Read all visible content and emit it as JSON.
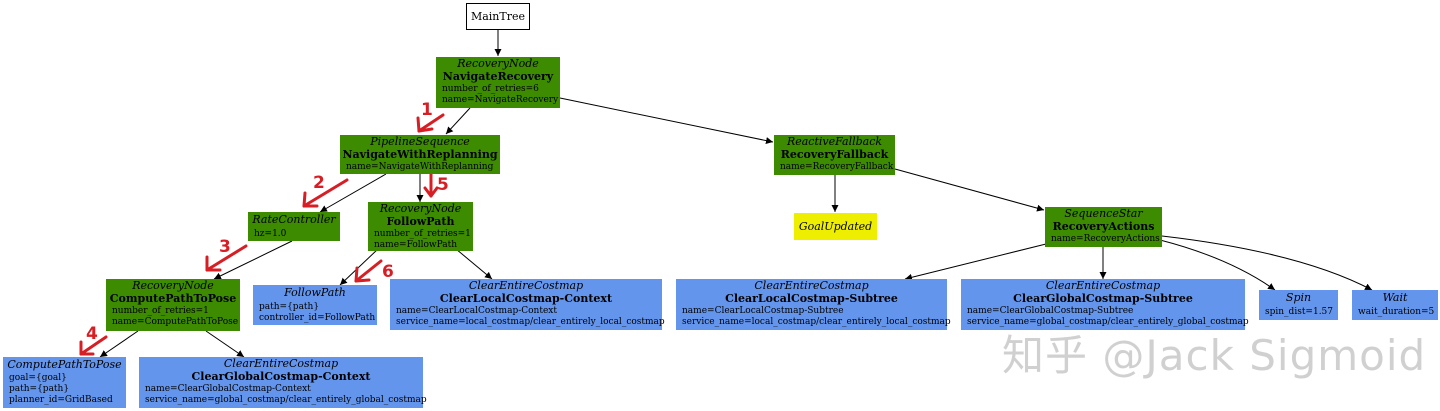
{
  "nodes": {
    "maintree": {
      "title": "MainTree"
    },
    "navigate_recovery": {
      "kind": "RecoveryNode",
      "title": "NavigateRecovery",
      "params": "number_of_retries=6\nname=NavigateRecovery"
    },
    "pipeline": {
      "kind": "PipelineSequence",
      "title": "NavigateWithReplanning",
      "params": "name=NavigateWithReplanning"
    },
    "reactive_fallback": {
      "kind": "ReactiveFallback",
      "title": "RecoveryFallback",
      "params": "name=RecoveryFallback"
    },
    "rate_controller": {
      "kind": "RateController",
      "params": "hz=1.0"
    },
    "recovery_followpath": {
      "kind": "RecoveryNode",
      "title": "FollowPath",
      "params": "number_of_retries=1\nname=FollowPath"
    },
    "goal_updated": {
      "kind": "GoalUpdated"
    },
    "sequence_star": {
      "kind": "SequenceStar",
      "title": "RecoveryActions",
      "params": "name=RecoveryActions"
    },
    "recovery_compute": {
      "kind": "RecoveryNode",
      "title": "ComputePathToPose",
      "params": "number_of_retries=1\nname=ComputePathToPose"
    },
    "followpath_action": {
      "kind": "FollowPath",
      "params": "path={path}\ncontroller_id=FollowPath"
    },
    "clear_local_context": {
      "kind": "ClearEntireCostmap",
      "title": "ClearLocalCostmap-Context",
      "params": "name=ClearLocalCostmap-Context\nservice_name=local_costmap/clear_entirely_local_costmap"
    },
    "clear_local_subtree": {
      "kind": "ClearEntireCostmap",
      "title": "ClearLocalCostmap-Subtree",
      "params": "name=ClearLocalCostmap-Subtree\nservice_name=local_costmap/clear_entirely_local_costmap"
    },
    "clear_global_subtree": {
      "kind": "ClearEntireCostmap",
      "title": "ClearGlobalCostmap-Subtree",
      "params": "name=ClearGlobalCostmap-Subtree\nservice_name=global_costmap/clear_entirely_global_costmap"
    },
    "spin": {
      "kind": "Spin",
      "params": "spin_dist=1.57"
    },
    "wait": {
      "kind": "Wait",
      "params": "wait_duration=5"
    },
    "compute_action": {
      "kind": "ComputePathToPose",
      "params": "goal={goal}\npath={path}\nplanner_id=GridBased"
    },
    "clear_global_context": {
      "kind": "ClearEntireCostmap",
      "title": "ClearGlobalCostmap-Context",
      "params": "name=ClearGlobalCostmap-Context\nservice_name=global_costmap/clear_entirely_global_costmap"
    }
  },
  "step_labels": [
    "1",
    "2",
    "3",
    "4",
    "5",
    "6"
  ],
  "watermark": "知乎 @Jack Sigmoid",
  "colors": {
    "control_node": "#3d8b00",
    "action_node": "#6495ed",
    "condition_node": "#eeee00",
    "annotation": "#d71e24"
  }
}
